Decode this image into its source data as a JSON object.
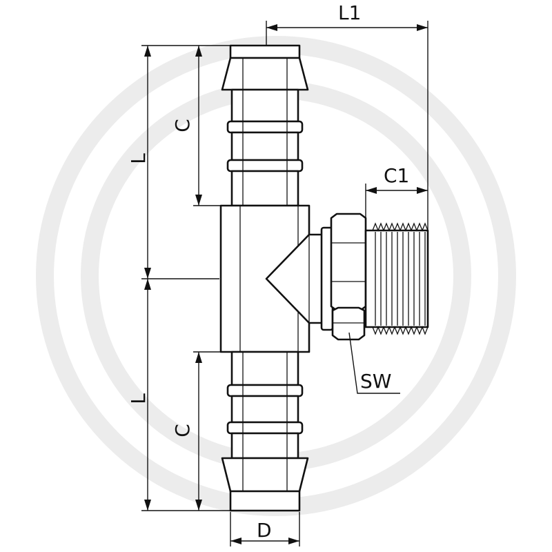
{
  "labels": {
    "L1": "L1",
    "C1": "C1",
    "L_top": "L",
    "C_top": "C",
    "L_bottom": "L",
    "C_bottom": "C",
    "SW": "SW",
    "D": "D"
  },
  "colors": {
    "line": "#111111",
    "background": "#ffffff",
    "watermark": "#ececec"
  }
}
